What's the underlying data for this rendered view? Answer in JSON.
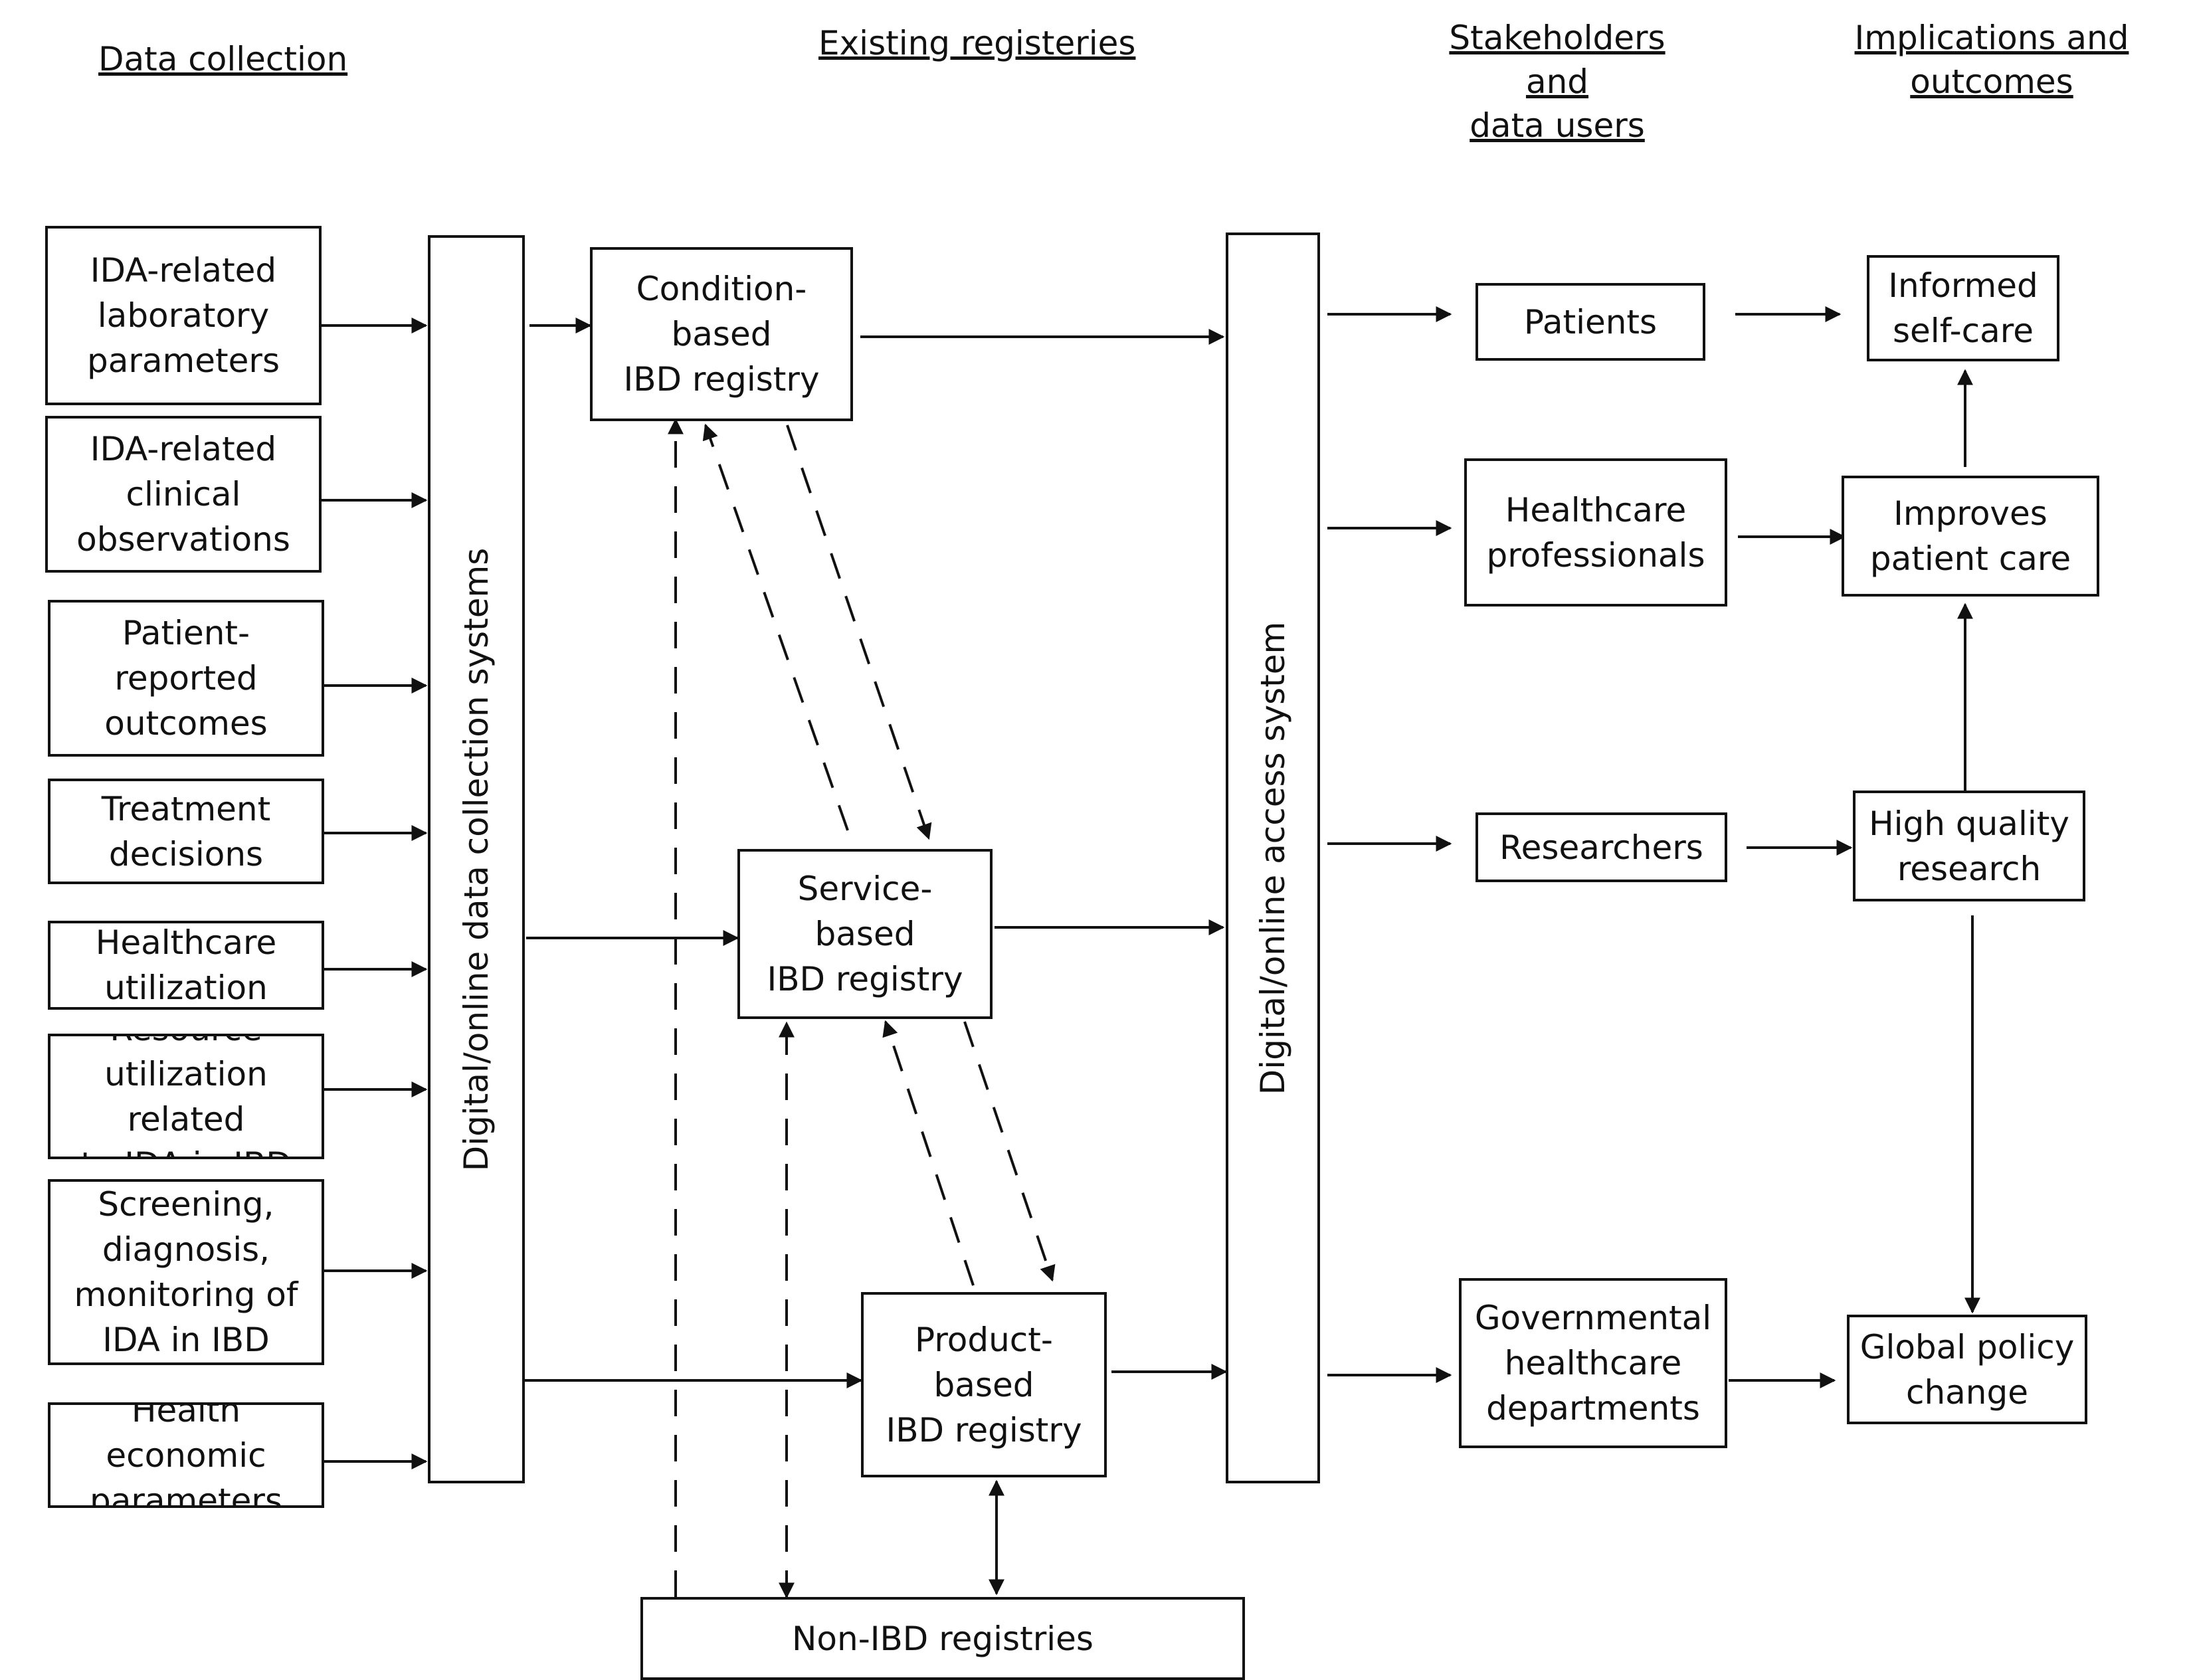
{
  "headers": {
    "data_collection": "Data collection",
    "existing_registries": "Existing registeries",
    "stakeholders": "Stakeholders and\ndata users",
    "implications": "Implications and\noutcomes"
  },
  "inputs": [
    "IDA-related\nlaboratory\nparameters",
    "IDA-related\nclinical\nobservations",
    "Patient-\nreported\noutcomes",
    "Treatment\ndecisions",
    "Healthcare\nutilization",
    "Resource\nutilization related\nto IDA in IBD",
    "Screening,\ndiagnosis,\nmonitoring of\nIDA in IBD",
    "Health economic\nparameters"
  ],
  "collection_system": "Digital/online data collection systems",
  "registries": {
    "condition": "Condition-\nbased\nIBD registry",
    "service": "Service-\nbased\nIBD registry",
    "product": "Product-\nbased\nIBD registry",
    "non_ibd": "Non-IBD registries"
  },
  "access_system": "Digital/online access system",
  "stakeholders": {
    "patients": "Patients",
    "hcp": "Healthcare\nprofessionals",
    "researchers": "Researchers",
    "gov": "Governmental\nhealthcare\ndepartments"
  },
  "outcomes": {
    "self_care": "Informed\nself-care",
    "patient_care": "Improves\npatient care",
    "research": "High quality\nresearch",
    "policy": "Global policy\nchange"
  }
}
